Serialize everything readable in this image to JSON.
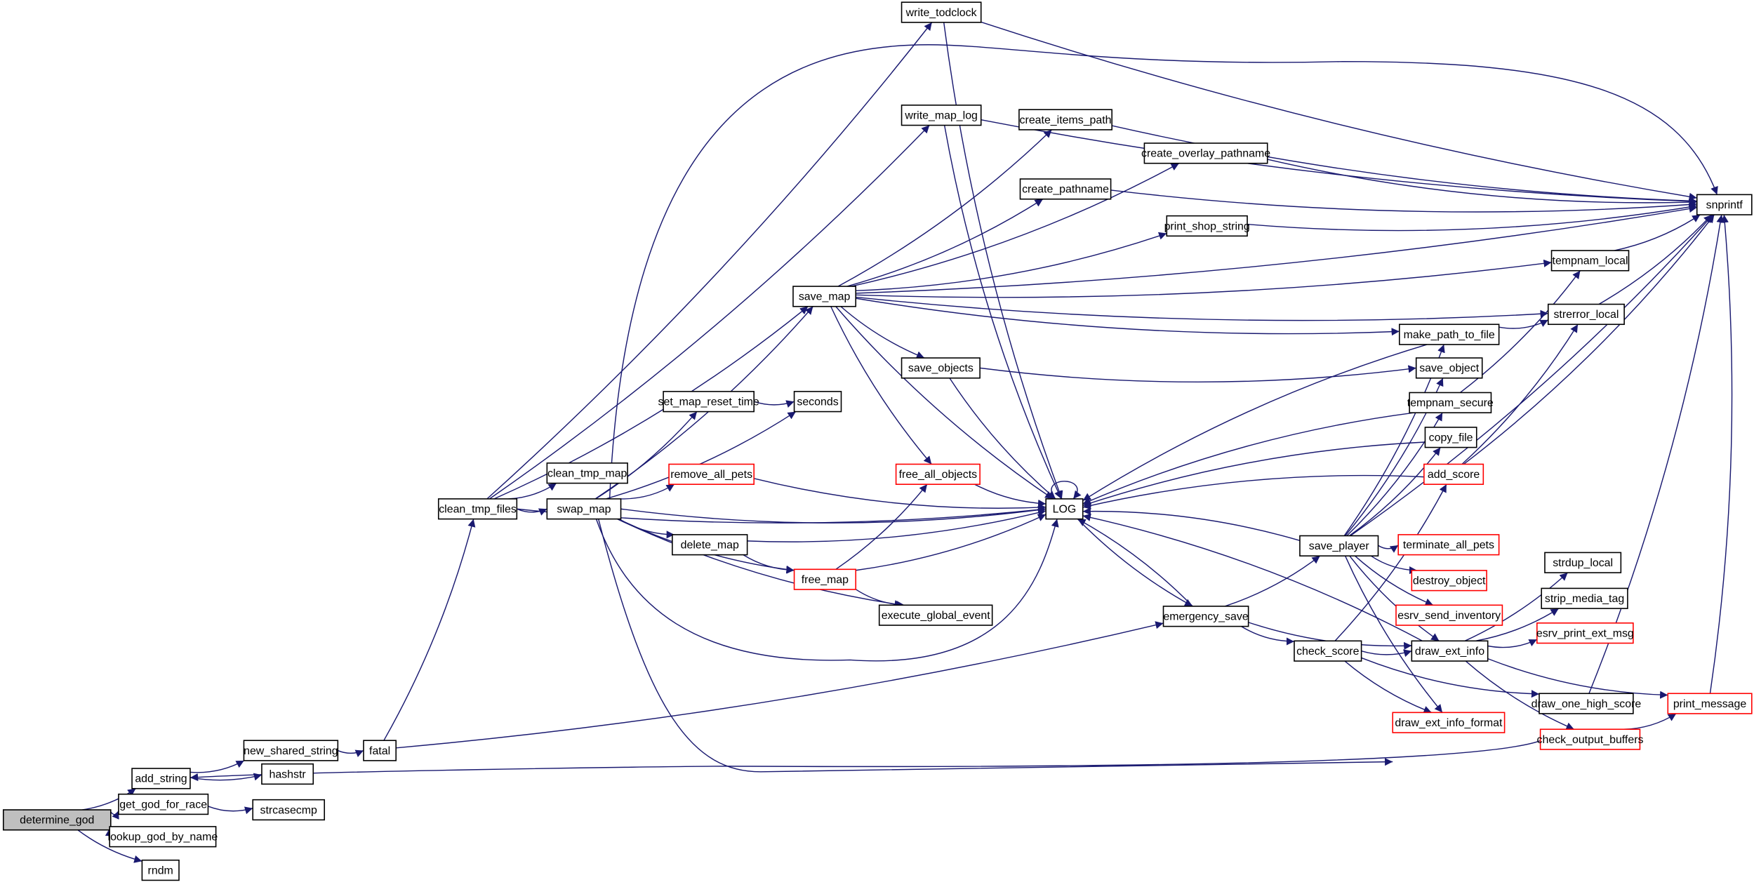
{
  "title": "determine_god call graph",
  "colors": {
    "edge": "#191970",
    "highlight_fill": "#bfbfbf",
    "red_border": "#ff0000",
    "border": "#000000"
  },
  "nodes": [
    {
      "id": "determine_god",
      "label": "determine_god",
      "highlighted": true
    },
    {
      "id": "add_string",
      "label": "add_string"
    },
    {
      "id": "get_god_for_race",
      "label": "get_god_for_race"
    },
    {
      "id": "lookup_god_by_name",
      "label": "lookup_god_by_name"
    },
    {
      "id": "rndm",
      "label": "rndm"
    },
    {
      "id": "new_shared_string",
      "label": "new_shared_string"
    },
    {
      "id": "hashstr",
      "label": "hashstr"
    },
    {
      "id": "strcasecmp",
      "label": "strcasecmp"
    },
    {
      "id": "fatal",
      "label": "fatal"
    },
    {
      "id": "clean_tmp_files",
      "label": "clean_tmp_files"
    },
    {
      "id": "clean_tmp_map",
      "label": "clean_tmp_map"
    },
    {
      "id": "swap_map",
      "label": "swap_map"
    },
    {
      "id": "save_map",
      "label": "save_map"
    },
    {
      "id": "write_todclock",
      "label": "write_todclock"
    },
    {
      "id": "write_map_log",
      "label": "write_map_log"
    },
    {
      "id": "create_items_path",
      "label": "create_items_path"
    },
    {
      "id": "create_overlay_pathname",
      "label": "create_overlay_pathname"
    },
    {
      "id": "create_pathname",
      "label": "create_pathname"
    },
    {
      "id": "print_shop_string",
      "label": "print_shop_string"
    },
    {
      "id": "snprintf",
      "label": "snprintf"
    },
    {
      "id": "tempnam_local",
      "label": "tempnam_local"
    },
    {
      "id": "strerror_local",
      "label": "strerror_local"
    },
    {
      "id": "make_path_to_file",
      "label": "make_path_to_file"
    },
    {
      "id": "save_objects",
      "label": "save_objects"
    },
    {
      "id": "save_object",
      "label": "save_object"
    },
    {
      "id": "set_map_reset_time",
      "label": "set_map_reset_time"
    },
    {
      "id": "seconds",
      "label": "seconds"
    },
    {
      "id": "tempnam_secure",
      "label": "tempnam_secure"
    },
    {
      "id": "copy_file",
      "label": "copy_file"
    },
    {
      "id": "remove_all_pets",
      "label": "remove_all_pets",
      "red": true
    },
    {
      "id": "free_all_objects",
      "label": "free_all_objects",
      "red": true
    },
    {
      "id": "add_score",
      "label": "add_score",
      "red": true
    },
    {
      "id": "LOG",
      "label": "LOG"
    },
    {
      "id": "save_player",
      "label": "save_player"
    },
    {
      "id": "terminate_all_pets",
      "label": "terminate_all_pets",
      "red": true
    },
    {
      "id": "strdup_local",
      "label": "strdup_local"
    },
    {
      "id": "delete_map",
      "label": "delete_map"
    },
    {
      "id": "free_map",
      "label": "free_map",
      "red": true
    },
    {
      "id": "destroy_object",
      "label": "destroy_object",
      "red": true
    },
    {
      "id": "strip_media_tag",
      "label": "strip_media_tag"
    },
    {
      "id": "esrv_send_inventory",
      "label": "esrv_send_inventory",
      "red": true
    },
    {
      "id": "emergency_save",
      "label": "emergency_save"
    },
    {
      "id": "execute_global_event",
      "label": "execute_global_event"
    },
    {
      "id": "esrv_print_ext_msg",
      "label": "esrv_print_ext_msg",
      "red": true
    },
    {
      "id": "check_score",
      "label": "check_score"
    },
    {
      "id": "draw_ext_info",
      "label": "draw_ext_info"
    },
    {
      "id": "draw_one_high_score",
      "label": "draw_one_high_score"
    },
    {
      "id": "print_message",
      "label": "print_message",
      "red": true
    },
    {
      "id": "draw_ext_info_format",
      "label": "draw_ext_info_format",
      "red": true
    },
    {
      "id": "check_output_buffers",
      "label": "check_output_buffers",
      "red": true
    }
  ],
  "edges": [
    [
      "determine_god",
      "add_string"
    ],
    [
      "determine_god",
      "get_god_for_race"
    ],
    [
      "determine_god",
      "lookup_god_by_name"
    ],
    [
      "determine_god",
      "rndm"
    ],
    [
      "add_string",
      "new_shared_string"
    ],
    [
      "add_string",
      "hashstr"
    ],
    [
      "get_god_for_race",
      "strcasecmp"
    ],
    [
      "new_shared_string",
      "fatal"
    ],
    [
      "fatal",
      "clean_tmp_files"
    ],
    [
      "fatal",
      "emergency_save"
    ],
    [
      "clean_tmp_files",
      "write_todclock"
    ],
    [
      "clean_tmp_files",
      "write_map_log"
    ],
    [
      "clean_tmp_files",
      "save_map"
    ],
    [
      "clean_tmp_files",
      "clean_tmp_map"
    ],
    [
      "clean_tmp_files",
      "swap_map"
    ],
    [
      "clean_tmp_files",
      "LOG"
    ],
    [
      "swap_map",
      "save_map"
    ],
    [
      "swap_map",
      "set_map_reset_time"
    ],
    [
      "swap_map",
      "seconds"
    ],
    [
      "swap_map",
      "remove_all_pets"
    ],
    [
      "swap_map",
      "LOG"
    ],
    [
      "swap_map",
      "delete_map"
    ],
    [
      "swap_map",
      "free_map"
    ],
    [
      "swap_map",
      "execute_global_event"
    ],
    [
      "swap_map",
      "clean_tmp_files"
    ],
    [
      "swap_map",
      "draw_ext_info_format"
    ],
    [
      "swap_map",
      "snprintf"
    ],
    [
      "save_map",
      "snprintf"
    ],
    [
      "save_map",
      "create_items_path"
    ],
    [
      "save_map",
      "create_overlay_pathname"
    ],
    [
      "save_map",
      "create_pathname"
    ],
    [
      "save_map",
      "print_shop_string"
    ],
    [
      "save_map",
      "tempnam_local"
    ],
    [
      "save_map",
      "strerror_local"
    ],
    [
      "save_map",
      "make_path_to_file"
    ],
    [
      "save_map",
      "save_objects"
    ],
    [
      "save_map",
      "free_all_objects"
    ],
    [
      "save_map",
      "LOG"
    ],
    [
      "write_todclock",
      "snprintf"
    ],
    [
      "write_todclock",
      "LOG"
    ],
    [
      "write_map_log",
      "snprintf"
    ],
    [
      "write_map_log",
      "LOG"
    ],
    [
      "create_items_path",
      "snprintf"
    ],
    [
      "create_overlay_pathname",
      "snprintf"
    ],
    [
      "create_pathname",
      "snprintf"
    ],
    [
      "print_shop_string",
      "snprintf"
    ],
    [
      "tempnam_local",
      "snprintf"
    ],
    [
      "strerror_local",
      "snprintf"
    ],
    [
      "make_path_to_file",
      "strerror_local"
    ],
    [
      "make_path_to_file",
      "LOG"
    ],
    [
      "save_objects",
      "save_object"
    ],
    [
      "save_objects",
      "LOG"
    ],
    [
      "tempnam_secure",
      "tempnam_local"
    ],
    [
      "tempnam_secure",
      "LOG"
    ],
    [
      "copy_file",
      "LOG"
    ],
    [
      "add_score",
      "LOG"
    ],
    [
      "add_score",
      "strerror_local"
    ],
    [
      "add_score",
      "snprintf"
    ],
    [
      "set_map_reset_time",
      "seconds"
    ],
    [
      "remove_all_pets",
      "LOG"
    ],
    [
      "free_all_objects",
      "LOG"
    ],
    [
      "delete_map",
      "free_map"
    ],
    [
      "delete_map",
      "LOG"
    ],
    [
      "free_map",
      "free_all_objects"
    ],
    [
      "free_map",
      "LOG"
    ],
    [
      "free_map",
      "execute_global_event"
    ],
    [
      "LOG",
      "LOG"
    ],
    [
      "LOG",
      "emergency_save"
    ],
    [
      "emergency_save",
      "LOG"
    ],
    [
      "emergency_save",
      "save_player"
    ],
    [
      "emergency_save",
      "check_score"
    ],
    [
      "emergency_save",
      "draw_ext_info"
    ],
    [
      "save_player",
      "LOG"
    ],
    [
      "save_player",
      "make_path_to_file"
    ],
    [
      "save_player",
      "save_object"
    ],
    [
      "save_player",
      "tempnam_secure"
    ],
    [
      "save_player",
      "copy_file"
    ],
    [
      "save_player",
      "snprintf"
    ],
    [
      "save_player",
      "terminate_all_pets"
    ],
    [
      "save_player",
      "destroy_object"
    ],
    [
      "save_player",
      "esrv_send_inventory"
    ],
    [
      "save_player",
      "draw_ext_info"
    ],
    [
      "save_player",
      "draw_ext_info_format"
    ],
    [
      "check_score",
      "add_score"
    ],
    [
      "check_score",
      "draw_ext_info"
    ],
    [
      "check_score",
      "draw_one_high_score"
    ],
    [
      "check_score",
      "draw_ext_info_format"
    ],
    [
      "draw_ext_info",
      "strdup_local"
    ],
    [
      "draw_ext_info",
      "strip_media_tag"
    ],
    [
      "draw_ext_info",
      "esrv_print_ext_msg"
    ],
    [
      "draw_ext_info",
      "print_message"
    ],
    [
      "draw_ext_info",
      "check_output_buffers"
    ],
    [
      "draw_ext_info",
      "LOG"
    ],
    [
      "draw_one_high_score",
      "snprintf"
    ],
    [
      "check_output_buffers",
      "print_message"
    ],
    [
      "check_output_buffers",
      "add_string"
    ],
    [
      "print_message",
      "snprintf"
    ]
  ]
}
